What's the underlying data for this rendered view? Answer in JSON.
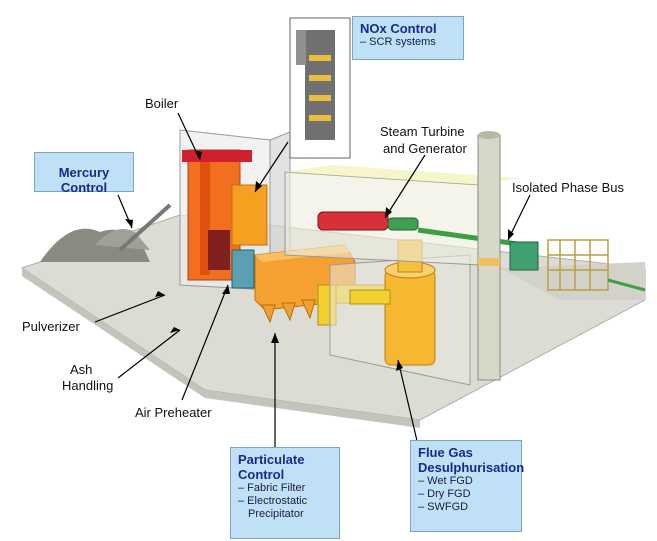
{
  "labels": {
    "boiler": "Boiler",
    "steam_turbine_line1": "Steam Turbine",
    "steam_turbine_line2": "and Generator",
    "isolated_phase_bus": "Isolated Phase Bus",
    "pulverizer": "Pulverizer",
    "ash_handling_line1": "Ash",
    "ash_handling_line2": "Handling",
    "air_preheater": "Air Preheater"
  },
  "callouts": {
    "nox": {
      "title": "NOx Control",
      "items": [
        "– SCR systems"
      ]
    },
    "mercury": {
      "title": "Mercury Control"
    },
    "particulate": {
      "title_line1": "Particulate",
      "title_line2": "Control",
      "items": [
        "– Fabric Filter",
        "– Electrostatic",
        "Precipitator"
      ]
    },
    "fgd": {
      "title_line1": "Flue Gas",
      "title_line2": "Desulphurisation",
      "items": [
        "– Wet FGD",
        "– Dry FGD",
        "– SWFGD"
      ]
    }
  },
  "colors": {
    "callout_fill": "#bfe0f5",
    "callout_title": "#1a2a8c",
    "ground": "#dcdcd4",
    "boiler": "#f07020",
    "fgd_vessel": "#f5b830",
    "duct": "#f2d030",
    "stack": "#d8d8c8",
    "turbine": "#d8303a",
    "bus_duct": "#3aa040"
  }
}
